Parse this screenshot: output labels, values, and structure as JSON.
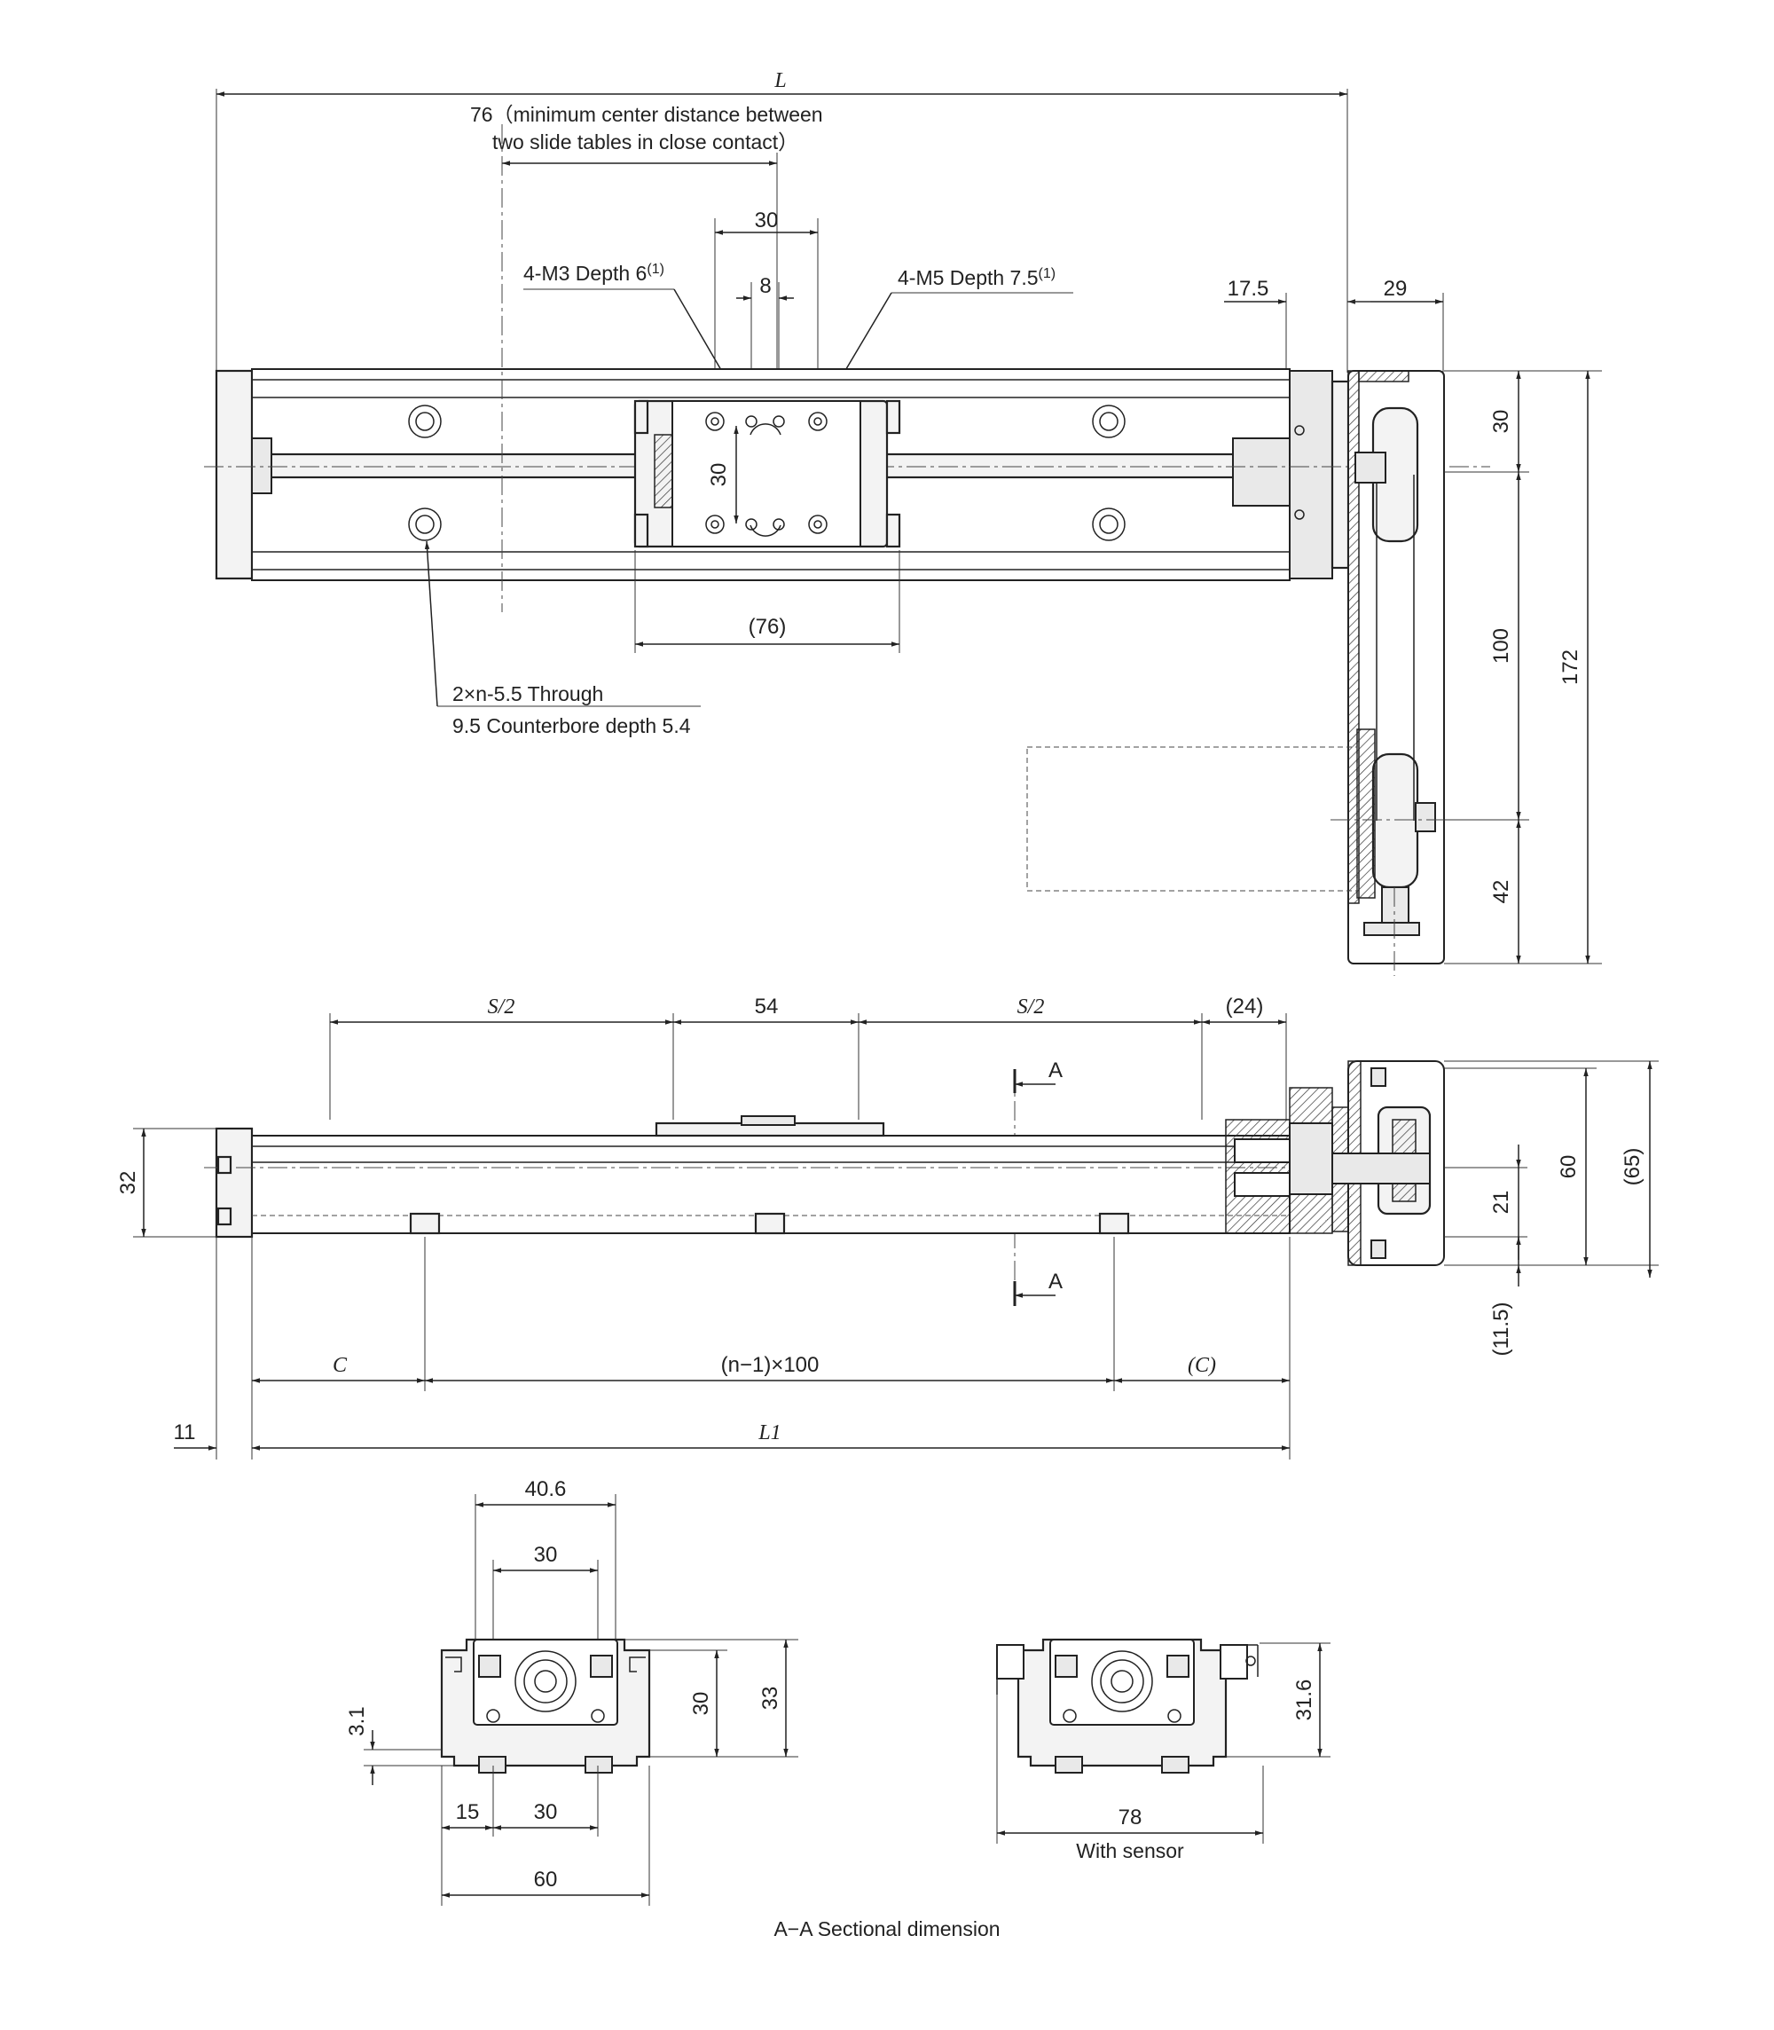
{
  "top_view": {
    "dim_L": "L",
    "note_76": "76（minimum center distance between",
    "note_76_line2": "two slide tables in close contact）",
    "dim_30": "30",
    "dim_8": "8",
    "callout_m3": "4-M3 Depth 6",
    "callout_m3_ref": "(1)",
    "callout_m5": "4-M5 Depth 7.5",
    "callout_m5_ref": "(1)",
    "dim_17_5": "17.5",
    "dim_29": "29",
    "dim_30_vert_table": "30",
    "dim_76_paren": "(76)",
    "callout_holes_1": "2×n-5.5 Through",
    "callout_holes_2": "9.5 Counterbore depth 5.4",
    "dim_30_right": "30",
    "dim_100_right": "100",
    "dim_42_right": "42",
    "dim_172_right": "172"
  },
  "side_view": {
    "dim_s2_left": "S/2",
    "dim_54": "54",
    "dim_s2_right": "S/2",
    "dim_24": "(24)",
    "section_label_top": "A",
    "section_label_bottom": "A",
    "dim_32": "32",
    "dim_21": "21",
    "dim_60": "60",
    "dim_65": "(65)",
    "dim_11_5": "(11.5)",
    "dim_c": "C",
    "dim_pitch": "(n−1)×100",
    "dim_c_paren": "(C)",
    "dim_11": "11",
    "dim_L1": "L1"
  },
  "section_view": {
    "dim_40_6": "40.6",
    "dim_30_top": "30",
    "dim_3_1": "3.1",
    "dim_30_vert": "30",
    "dim_33": "33",
    "dim_15": "15",
    "dim_30_bottom": "30",
    "dim_60": "60",
    "dim_31_6": "31.6",
    "dim_78": "78",
    "label_with_sensor": "With sensor",
    "caption": "A−A Sectional dimension"
  }
}
